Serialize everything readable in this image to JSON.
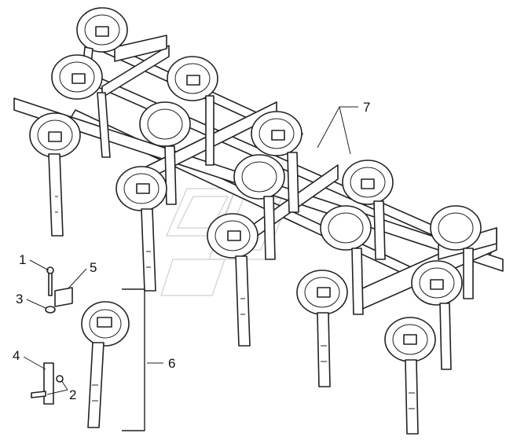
{
  "callouts": {
    "c1": "1",
    "c2": "2",
    "c3": "3",
    "c4": "4",
    "c5": "5",
    "c6": "6",
    "c7": "7"
  },
  "colors": {
    "stroke": "#222222",
    "background": "#ffffff",
    "watermark": "#cfcfcf"
  }
}
